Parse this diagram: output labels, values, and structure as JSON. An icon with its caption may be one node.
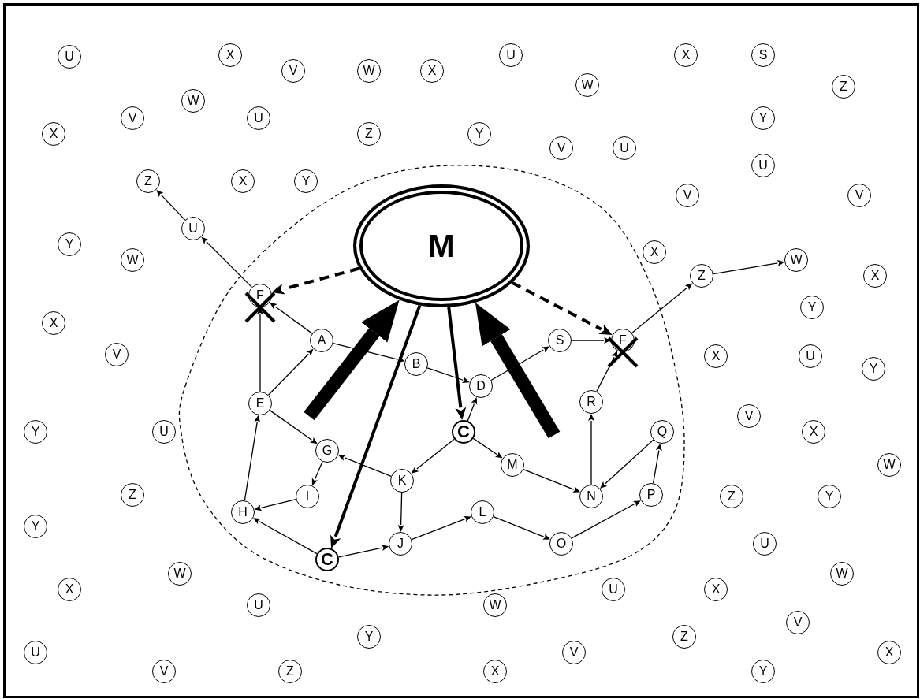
{
  "diagram": {
    "nodes": [
      {
        "text": [
          "U"
        ]
      },
      {
        "text": [
          "X"
        ]
      },
      {
        "text": [
          "V"
        ]
      },
      {
        "text": [
          "W"
        ]
      },
      {
        "text": [
          "X"
        ]
      },
      {
        "text": [
          "U"
        ]
      },
      {
        "text": [
          "X"
        ]
      },
      {
        "text": [
          "S"
        ]
      },
      {
        "text": [
          "W"
        ]
      },
      {
        "text": [
          "W"
        ]
      },
      {
        "text": [
          "Z"
        ]
      },
      {
        "text": [
          "V"
        ]
      },
      {
        "text": [
          "U"
        ]
      },
      {
        "text": [
          "Y"
        ]
      },
      {
        "text": [
          "X"
        ]
      },
      {
        "text": [
          "Z"
        ]
      },
      {
        "text": [
          "Y"
        ]
      },
      {
        "text": [
          "V"
        ]
      },
      {
        "text": [
          "U"
        ]
      },
      {
        "text": [
          "U"
        ]
      },
      {
        "text": [
          "Z"
        ]
      },
      {
        "text": [
          "X"
        ]
      },
      {
        "text": [
          "Y"
        ]
      },
      {
        "text": [
          "V"
        ]
      },
      {
        "text": [
          "V"
        ]
      },
      {
        "text": [
          "U"
        ]
      },
      {
        "text": [
          "Y"
        ]
      },
      {
        "text": [
          "M"
        ]
      },
      {
        "text": [
          "X"
        ]
      },
      {
        "text": [
          "W"
        ]
      },
      {
        "text": [
          "W"
        ]
      },
      {
        "text": [
          "Z"
        ]
      },
      {
        "text": [
          "X"
        ]
      },
      {
        "text": [
          "F"
        ]
      },
      {
        "text": [
          "Y"
        ]
      },
      {
        "text": [
          "X"
        ]
      },
      {
        "text": [
          "A"
        ]
      },
      {
        "text": [
          "S"
        ]
      },
      {
        "text": [
          "F"
        ]
      },
      {
        "text": [
          "V"
        ]
      },
      {
        "text": [
          "X"
        ]
      },
      {
        "text": [
          "U"
        ]
      },
      {
        "text": [
          "B"
        ]
      },
      {
        "text": [
          "Y"
        ]
      },
      {
        "text": [
          "D"
        ]
      },
      {
        "text": [
          "E"
        ]
      },
      {
        "text": [
          "R"
        ]
      },
      {
        "text": [
          "V"
        ]
      },
      {
        "text": [
          "Y"
        ]
      },
      {
        "text": [
          "U"
        ]
      },
      {
        "text": [
          "C"
        ]
      },
      {
        "text": [
          "Q"
        ]
      },
      {
        "text": [
          "X"
        ]
      },
      {
        "text": [
          "G"
        ]
      },
      {
        "text": [
          "M"
        ]
      },
      {
        "text": [
          "W"
        ]
      },
      {
        "text": [
          "K"
        ]
      },
      {
        "text": [
          "Z"
        ]
      },
      {
        "text": [
          "I"
        ]
      },
      {
        "text": [
          "P"
        ]
      },
      {
        "text": [
          "Z"
        ]
      },
      {
        "text": [
          "Y"
        ]
      },
      {
        "text": [
          "N"
        ]
      },
      {
        "text": [
          "H"
        ]
      },
      {
        "text": [
          "L"
        ]
      },
      {
        "text": [
          "Y"
        ]
      },
      {
        "text": [
          "O"
        ]
      },
      {
        "text": [
          "U"
        ]
      },
      {
        "text": [
          "J"
        ]
      },
      {
        "text": [
          "C"
        ]
      },
      {
        "text": [
          "W"
        ]
      },
      {
        "text": [
          "W"
        ]
      },
      {
        "text": [
          "X"
        ]
      },
      {
        "text": [
          "U"
        ]
      },
      {
        "text": [
          "X"
        ]
      },
      {
        "text": [
          "U"
        ]
      },
      {
        "text": [
          "W"
        ]
      },
      {
        "text": [
          "V"
        ]
      },
      {
        "text": [
          "Y"
        ]
      },
      {
        "text": [
          "Z"
        ]
      },
      {
        "text": [
          "U"
        ]
      },
      {
        "text": [
          "V"
        ]
      },
      {
        "text": [
          "X"
        ]
      },
      {
        "text": [
          "V"
        ]
      },
      {
        "text": [
          "Z"
        ]
      },
      {
        "text": [
          "X"
        ]
      },
      {
        "text": [
          "Y"
        ]
      }
    ],
    "edges": [
      {
        "from": 25,
        "to": 20,
        "arrow": "to"
      },
      {
        "from": 33,
        "to": 25,
        "arrow": "to"
      },
      {
        "from": 36,
        "to": 33,
        "arrow": "to"
      },
      {
        "from": 45,
        "to": 33,
        "arrow": "to"
      },
      {
        "from": 45,
        "to": 36,
        "arrow": "to"
      },
      {
        "from": 36,
        "to": 42,
        "arrow": "to"
      },
      {
        "from": 42,
        "to": 44,
        "arrow": "to"
      },
      {
        "from": 44,
        "to": 37,
        "arrow": "to"
      },
      {
        "from": 50,
        "to": 44,
        "arrow": "to"
      },
      {
        "from": 37,
        "to": 38,
        "arrow": "to"
      },
      {
        "from": 46,
        "to": 38,
        "arrow": "to"
      },
      {
        "from": 38,
        "to": 31,
        "arrow": "to"
      },
      {
        "from": 31,
        "to": 30,
        "arrow": "to"
      },
      {
        "from": 27,
        "to": 33,
        "arrow": "to",
        "style": "dashed"
      },
      {
        "from": 27,
        "to": 38,
        "arrow": "to",
        "style": "dashed"
      },
      {
        "from": 27,
        "to": 50,
        "arrow": "to",
        "style": "thick"
      },
      {
        "from": 27,
        "to": 69,
        "arrow": "to",
        "style": "thick"
      },
      {
        "from": null,
        "to": 27,
        "arrow": "to",
        "style": "thick"
      },
      {
        "from": null,
        "to": 27,
        "arrow": "to",
        "style": "thick"
      },
      {
        "from": 45,
        "to": 53,
        "arrow": "to"
      },
      {
        "from": 53,
        "to": 58,
        "arrow": "to"
      },
      {
        "from": 58,
        "to": 63,
        "arrow": "to"
      },
      {
        "from": 63,
        "to": 45,
        "arrow": "to"
      },
      {
        "from": 69,
        "to": 63,
        "arrow": "to"
      },
      {
        "from": 69,
        "to": 68,
        "arrow": "to"
      },
      {
        "from": 56,
        "to": 53,
        "arrow": "to"
      },
      {
        "from": 56,
        "to": 68,
        "arrow": "to"
      },
      {
        "from": 50,
        "to": 56,
        "arrow": "to"
      },
      {
        "from": 50,
        "to": 54,
        "arrow": "to"
      },
      {
        "from": 54,
        "to": 62,
        "arrow": "to"
      },
      {
        "from": 62,
        "to": 46,
        "arrow": "to"
      },
      {
        "from": 51,
        "to": 62,
        "arrow": "to"
      },
      {
        "from": 59,
        "to": 51,
        "arrow": "to"
      },
      {
        "from": 66,
        "to": 59,
        "arrow": "to"
      },
      {
        "from": 64,
        "to": 66,
        "arrow": "to"
      },
      {
        "from": 68,
        "to": 64,
        "arrow": "to"
      }
    ]
  }
}
